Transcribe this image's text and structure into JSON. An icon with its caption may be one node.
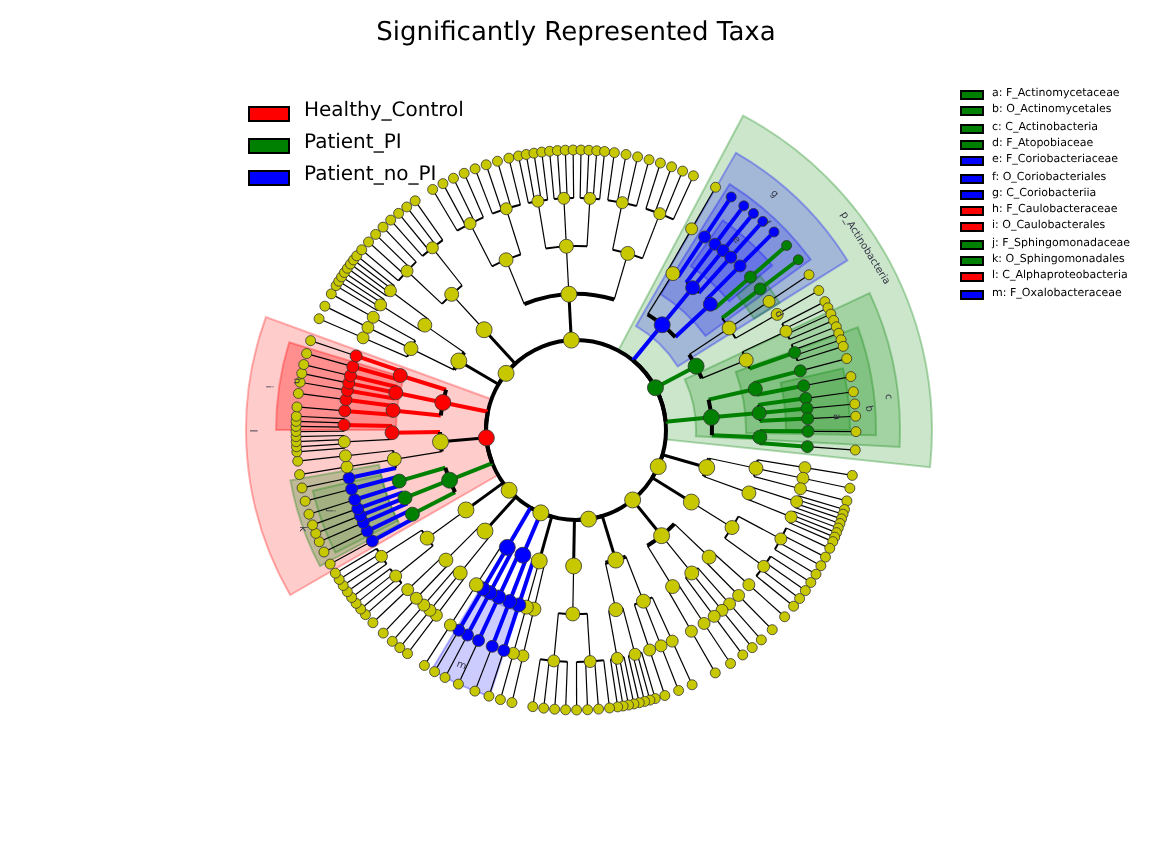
{
  "diagram": {
    "title": "Significantly Represented Taxa",
    "labels": [
      "p_Actinobacteria",
      "g",
      "f",
      "e",
      "d",
      "c",
      "b",
      "a",
      "l",
      "i",
      "h",
      "k",
      "j",
      "m"
    ],
    "legend": [
      {
        "text": "Healthy_Control",
        "color": "#ff0000"
      },
      {
        "text": "Patient_PI",
        "color": "#008000"
      },
      {
        "text": "Patient_no_PI",
        "color": "#0000ff"
      },
      {
        "text": "a: F_Actinomycetaceae",
        "color": "#008000"
      },
      {
        "text": "b: O_Actinomycetales",
        "color": "#008000"
      },
      {
        "text": "c: C_Actinobacteria",
        "color": "#008000"
      },
      {
        "text": "d: F_Atopobiaceae",
        "color": "#008000"
      },
      {
        "text": "e: F_Coriobacteriaceae",
        "color": "#0000ff"
      },
      {
        "text": "f: O_Coriobacteriales",
        "color": "#0000ff"
      },
      {
        "text": "g: C_Coriobacteriia",
        "color": "#0000ff"
      },
      {
        "text": "h: F_Caulobacteraceae",
        "color": "#ff0000"
      },
      {
        "text": "i: O_Caulobacterales",
        "color": "#ff0000"
      },
      {
        "text": "j: F_Sphingomonadaceae",
        "color": "#008000"
      },
      {
        "text": "k: O_Sphingomonadales",
        "color": "#008000"
      },
      {
        "text": "l: C_Alphaproteobacteria",
        "color": "#ff0000"
      },
      {
        "text": "m: F_Oxalobacteraceae",
        "color": "#0000ff"
      }
    ]
  }
}
